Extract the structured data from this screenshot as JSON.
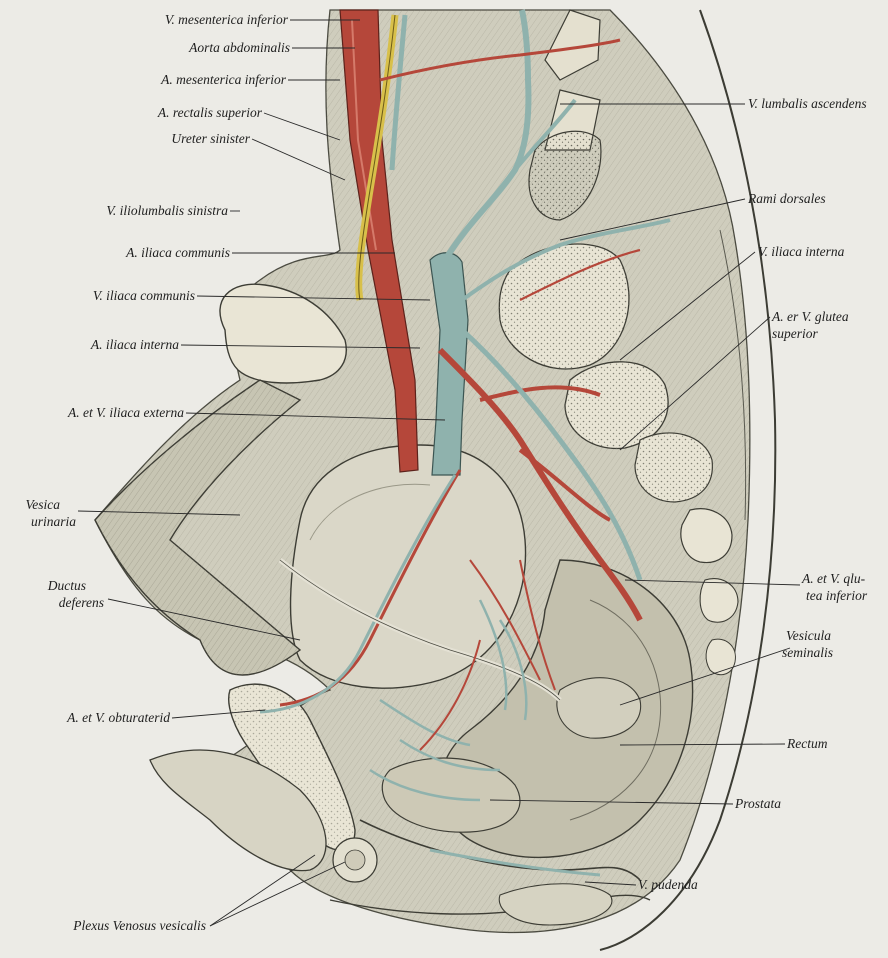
{
  "figure": {
    "labels": {
      "v_mesenterica_inferior": "V. mesenterica inferior",
      "aorta_abdominalis": "Aorta abdominalis",
      "a_mesenterica_inferior": "A. mesenterica inferior",
      "a_rectalis_superior": "A. rectalis superior",
      "ureter_sinister": "Ureter sinister",
      "v_iliolumbalis_sinistra": "V. iliolumbalis sinistra",
      "a_iliaca_communis": "A. iliaca communis",
      "v_iliaca_communis": "V. iliaca communis",
      "a_iliaca_interna": "A. iliaca interna",
      "a_et_v_iliaca_externa": "A. et V. iliaca externa",
      "vesica_line1": "Vesica",
      "vesica_line2": "urinaria",
      "ductus_line1": "Ductus",
      "ductus_line2": "deferens",
      "a_et_v_obturaterid": "A. et V. obturaterid",
      "plexus_venosus_vesicalis": "Plexus Venosus vesicalis",
      "v_lumbalis_ascendens": "V. lumbalis ascendens",
      "rami_dorsales": "Rami dorsales",
      "v_iliaca_interna": "V. iliaca interna",
      "glutea_sup_line1": "A. er V. glutea",
      "glutea_sup_line2": "superior",
      "glutea_inf_line1": "A. et V. qlu-",
      "glutea_inf_line2": "tea inferior",
      "vesicula_line1": "Vesicula",
      "vesicula_line2": "seminalis",
      "rectum": "Rectum",
      "prostata": "Prostata",
      "v_pudenda": "V. pudenda"
    },
    "colors": {
      "artery": "#b5473a",
      "vein": "#8fb2ad",
      "ureter": "#d8c04a",
      "bone": "#e9e6d8",
      "tissue": "#c9c7b6",
      "bladder": "#d9d6c7",
      "line": "#2a2a2a"
    }
  }
}
